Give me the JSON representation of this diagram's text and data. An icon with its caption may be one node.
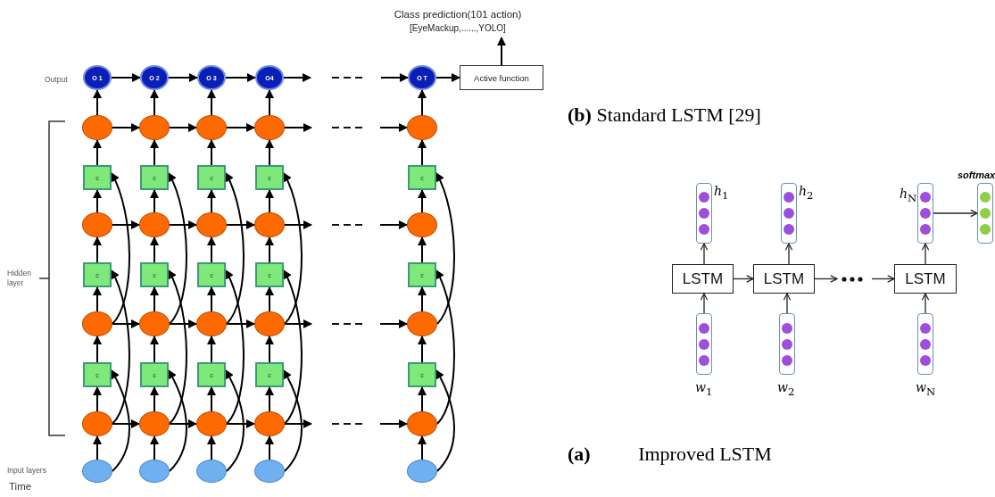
{
  "diagram": {
    "nodes": [
      {
        "text": [
          "Class prediction(101 action)",
          "[EyeMackup,......,YOLO]"
        ]
      },
      {
        "text": [
          "O 1"
        ]
      },
      {
        "text": [
          "O 2"
        ]
      },
      {
        "text": [
          "O 3"
        ]
      },
      {
        "text": [
          "O4"
        ]
      },
      {
        "text": [
          "O T"
        ]
      },
      {
        "text": [
          "Active function"
        ]
      },
      {
        "text": [],
        "shape": "circle"
      },
      {
        "text": [],
        "shape": "circle"
      },
      {
        "text": [],
        "shape": "circle"
      },
      {
        "text": [],
        "shape": "circle"
      },
      {
        "text": [],
        "shape": "circle"
      },
      {
        "text": [
          "c"
        ]
      },
      {
        "text": [
          "c"
        ]
      },
      {
        "text": [
          "c"
        ]
      },
      {
        "text": [
          "c"
        ]
      },
      {
        "text": [
          "c"
        ]
      },
      {
        "text": [],
        "shape": "circle"
      },
      {
        "text": [],
        "shape": "circle"
      },
      {
        "text": [],
        "shape": "circle"
      },
      {
        "text": [],
        "shape": "circle"
      },
      {
        "text": [],
        "shape": "circle"
      },
      {
        "text": [
          "c"
        ]
      },
      {
        "text": [
          "c"
        ]
      },
      {
        "text": [
          "c"
        ]
      },
      {
        "text": [
          "c"
        ]
      },
      {
        "text": [
          "c"
        ]
      },
      {
        "text": [],
        "shape": "circle"
      },
      {
        "text": [],
        "shape": "circle"
      },
      {
        "text": [],
        "shape": "circle"
      },
      {
        "text": [],
        "shape": "circle"
      },
      {
        "text": [],
        "shape": "circle"
      },
      {
        "text": [
          "c"
        ]
      },
      {
        "text": [
          "c"
        ]
      },
      {
        "text": [
          "c"
        ]
      },
      {
        "text": [
          "c"
        ]
      },
      {
        "text": [
          "c"
        ]
      },
      {
        "text": [],
        "shape": "circle"
      },
      {
        "text": [],
        "shape": "circle"
      },
      {
        "text": [],
        "shape": "circle"
      },
      {
        "text": [],
        "shape": "circle"
      },
      {
        "text": [],
        "shape": "circle"
      },
      {
        "text": [],
        "shape": "circle"
      },
      {
        "text": [],
        "shape": "circle"
      },
      {
        "text": [],
        "shape": "circle"
      },
      {
        "text": [],
        "shape": "circle"
      },
      {
        "text": [],
        "shape": "circle"
      },
      {
        "text": [],
        "shape": "box",
        "beside": [
          "*h*$_{1}$"
        ]
      },
      {
        "text": [],
        "shape": "box",
        "beside": [
          "*h*$_{2}$"
        ]
      },
      {
        "text": [],
        "shape": "box",
        "beside": [
          "*h*$_{N}$"
        ]
      },
      {
        "text": [],
        "shape": "box",
        "beside": [
          "softmax"
        ]
      },
      {
        "text": [
          "LSTM"
        ]
      },
      {
        "text": [
          "LSTM"
        ]
      },
      {
        "text": [
          "LSTM"
        ]
      },
      {
        "text": [],
        "shape": "box",
        "beside": [
          "*w*$_{1}$"
        ]
      },
      {
        "text": [],
        "shape": "box",
        "beside": [
          "*w*$_{2}$"
        ]
      },
      {
        "text": [],
        "shape": "box",
        "beside": [
          "*w*$_{N}$"
        ]
      }
    ],
    "edges": [
      {
        "from": 6,
        "to": 0,
        "arrow": "to"
      },
      {
        "from": 5,
        "to": 6,
        "arrow": "to"
      },
      {
        "from": 1,
        "to": 2,
        "arrow": "to"
      },
      {
        "from": 2,
        "to": 3,
        "arrow": "to"
      },
      {
        "from": 3,
        "to": 4,
        "arrow": "to"
      },
      {
        "from": 4,
        "to": null,
        "arrow": "to"
      },
      {
        "from": null,
        "to": 5,
        "arrow": "to"
      },
      {
        "from": 7,
        "to": 8,
        "arrow": "to"
      },
      {
        "from": 8,
        "to": 9,
        "arrow": "to"
      },
      {
        "from": 9,
        "to": 10,
        "arrow": "to"
      },
      {
        "from": 10,
        "to": null,
        "arrow": "to"
      },
      {
        "from": null,
        "to": 11,
        "arrow": "to"
      },
      {
        "from": 17,
        "to": 18,
        "arrow": "to"
      },
      {
        "from": 18,
        "to": 19,
        "arrow": "to"
      },
      {
        "from": 19,
        "to": 20,
        "arrow": "to"
      },
      {
        "from": 20,
        "to": null,
        "arrow": "to"
      },
      {
        "from": null,
        "to": 21,
        "arrow": "to"
      },
      {
        "from": 27,
        "to": 28,
        "arrow": "to"
      },
      {
        "from": 28,
        "to": 29,
        "arrow": "to"
      },
      {
        "from": 29,
        "to": 30,
        "arrow": "to"
      },
      {
        "from": 30,
        "to": null,
        "arrow": "to"
      },
      {
        "from": null,
        "to": 31,
        "arrow": "to"
      },
      {
        "from": 37,
        "to": 38,
        "arrow": "to"
      },
      {
        "from": 38,
        "to": 39,
        "arrow": "to"
      },
      {
        "from": 39,
        "to": 40,
        "arrow": "to"
      },
      {
        "from": 40,
        "to": null,
        "arrow": "to"
      },
      {
        "from": null,
        "to": 41,
        "arrow": "to"
      },
      {
        "from": 42,
        "to": 37,
        "arrow": "to"
      },
      {
        "from": 37,
        "to": 32,
        "arrow": "to"
      },
      {
        "from": 32,
        "to": 27,
        "arrow": "to"
      },
      {
        "from": 27,
        "to": 22,
        "arrow": "to"
      },
      {
        "from": 22,
        "to": 17,
        "arrow": "to"
      },
      {
        "from": 17,
        "to": 12,
        "arrow": "to"
      },
      {
        "from": 12,
        "to": 7,
        "arrow": "to"
      },
      {
        "from": 7,
        "to": 1,
        "arrow": "to"
      },
      {
        "from": 43,
        "to": 38,
        "arrow": "to"
      },
      {
        "from": 38,
        "to": 33,
        "arrow": "to"
      },
      {
        "from": 33,
        "to": 28,
        "arrow": "to"
      },
      {
        "from": 28,
        "to": 23,
        "arrow": "to"
      },
      {
        "from": 23,
        "to": 18,
        "arrow": "to"
      },
      {
        "from": 18,
        "to": 13,
        "arrow": "to"
      },
      {
        "from": 13,
        "to": 8,
        "arrow": "to"
      },
      {
        "from": 8,
        "to": 2,
        "arrow": "to"
      },
      {
        "from": 44,
        "to": 39,
        "arrow": "to"
      },
      {
        "from": 39,
        "to": 34,
        "arrow": "to"
      },
      {
        "from": 34,
        "to": 29,
        "arrow": "to"
      },
      {
        "from": 29,
        "to": 24,
        "arrow": "to"
      },
      {
        "from": 24,
        "to": 19,
        "arrow": "to"
      },
      {
        "from": 19,
        "to": 14,
        "arrow": "to"
      },
      {
        "from": 14,
        "to": 9,
        "arrow": "to"
      },
      {
        "from": 9,
        "to": 3,
        "arrow": "to"
      },
      {
        "from": 45,
        "to": 40,
        "arrow": "to"
      },
      {
        "from": 40,
        "to": 35,
        "arrow": "to"
      },
      {
        "from": 35,
        "to": 30,
        "arrow": "to"
      },
      {
        "from": 30,
        "to": 25,
        "arrow": "to"
      },
      {
        "from": 25,
        "to": 20,
        "arrow": "to"
      },
      {
        "from": 20,
        "to": 15,
        "arrow": "to"
      },
      {
        "from": 15,
        "to": 10,
        "arrow": "to"
      },
      {
        "from": 10,
        "to": 4,
        "arrow": "to"
      },
      {
        "from": 46,
        "to": 41,
        "arrow": "to"
      },
      {
        "from": 41,
        "to": 36,
        "arrow": "to"
      },
      {
        "from": 36,
        "to": 31,
        "arrow": "to"
      },
      {
        "from": 31,
        "to": 26,
        "arrow": "to"
      },
      {
        "from": 26,
        "to": 21,
        "arrow": "to"
      },
      {
        "from": 21,
        "to": 16,
        "arrow": "to"
      },
      {
        "from": 16,
        "to": 11,
        "arrow": "to"
      },
      {
        "from": 11,
        "to": 5,
        "arrow": "to"
      },
      {
        "from": 42,
        "to": 32,
        "arrow": "to"
      },
      {
        "from": 37,
        "to": 22,
        "arrow": "to"
      },
      {
        "from": 27,
        "to": 12,
        "arrow": "to"
      },
      {
        "from": 43,
        "to": 33,
        "arrow": "to"
      },
      {
        "from": 38,
        "to": 23,
        "arrow": "to"
      },
      {
        "from": 28,
        "to": 13,
        "arrow": "to"
      },
      {
        "from": 44,
        "to": 34,
        "arrow": "to"
      },
      {
        "from": 39,
        "to": 24,
        "arrow": "to"
      },
      {
        "from": 29,
        "to": 14,
        "arrow": "to"
      },
      {
        "from": 45,
        "to": 35,
        "arrow": "to"
      },
      {
        "from": 40,
        "to": 25,
        "arrow": "to"
      },
      {
        "from": 30,
        "to": 15,
        "arrow": "to"
      },
      {
        "from": 46,
        "to": 36,
        "arrow": "to"
      },
      {
        "from": 41,
        "to": 26,
        "arrow": "to"
      },
      {
        "from": 31,
        "to": 16,
        "arrow": "to"
      },
      {
        "from": 54,
        "to": 51,
        "arrow": "to"
      },
      {
        "from": 51,
        "to": 47,
        "arrow": "to"
      },
      {
        "from": 51,
        "to": 52,
        "arrow": "to"
      },
      {
        "from": 55,
        "to": 52,
        "arrow": "to"
      },
      {
        "from": 52,
        "to": 48,
        "arrow": "to"
      },
      {
        "from": 52,
        "to": null,
        "arrow": "to"
      },
      {
        "from": null,
        "to": 53,
        "arrow": "to"
      },
      {
        "from": 56,
        "to": 53,
        "arrow": "to"
      },
      {
        "from": 53,
        "to": 49,
        "arrow": "to"
      },
      {
        "from": 49,
        "to": 50,
        "arrow": "to"
      }
    ],
    "labels": [
      "Output",
      "**(b)** Standard LSTM [29]",
      "Hidden layer",
      "**(a)** Improved LSTM",
      "Input layers",
      "Time"
    ]
  }
}
